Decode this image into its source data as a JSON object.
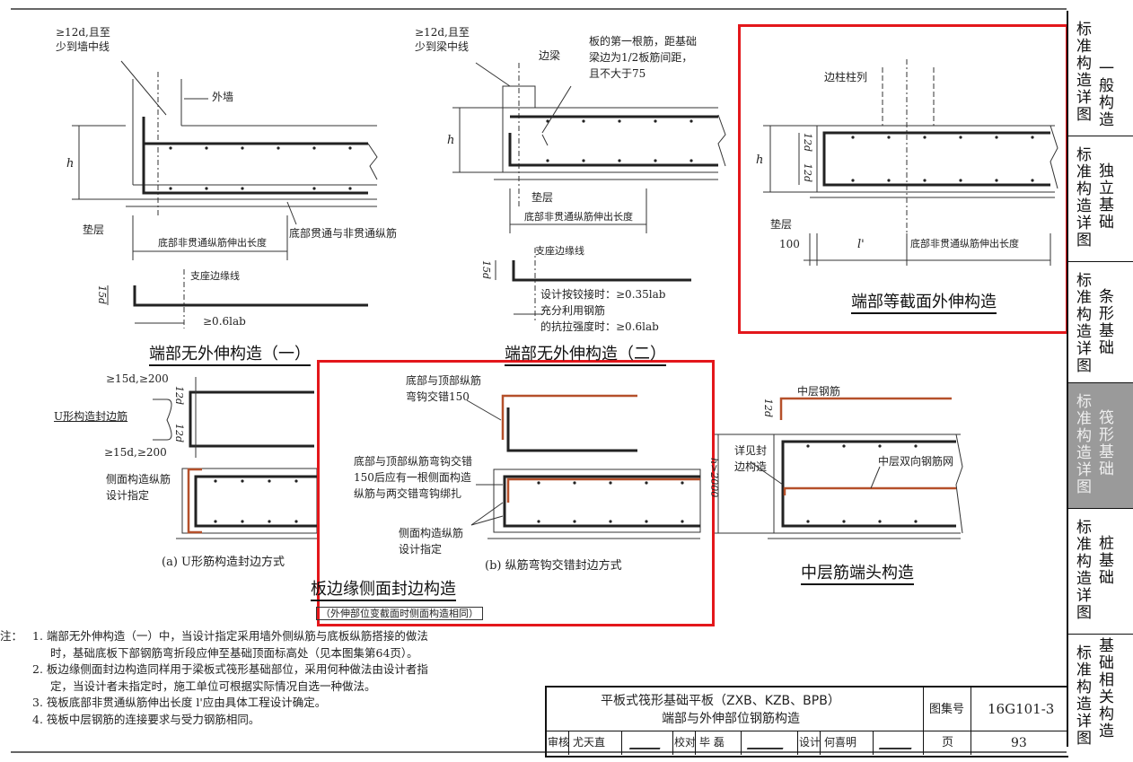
{
  "diagram1": {
    "annot_top": "≥12d,且至",
    "annot_top2": "少到墙中线",
    "outer_wall": "外墙",
    "h": "h",
    "cushion": "垫层",
    "bottom_ext": "底部非贯通纵筋伸出长度",
    "bottom_bars": "底部贯通与非贯通纵筋",
    "support_line": "支座边缘线",
    "dim_15d": "15d",
    "lab": "≥0.6lab",
    "caption": "端部无外伸构造（一）"
  },
  "diagram2": {
    "annot_top": "≥12d,且至",
    "annot_top2": "少到梁中线",
    "edge_beam": "边梁",
    "first_bar": "板的第一根筋，距基础",
    "first_bar2": "梁边为1/2板筋间距，",
    "first_bar3": "且不大于75",
    "h": "h",
    "cushion": "垫层",
    "bottom_ext": "底部非贯通纵筋伸出长度",
    "support_line": "支座边缘线",
    "dim_15d": "15d",
    "hinge": "设计按铰接时：≥0.35lab",
    "full_use": "充分利用钢筋",
    "tensile": "的抗拉强度时：≥0.6lab",
    "caption": "端部无外伸构造（二）"
  },
  "diagram3": {
    "edge_column": "边柱柱列",
    "h": "h",
    "dim_12d_top": "12d",
    "dim_12d_bot": "12d",
    "cushion": "垫层",
    "dim_100": "100",
    "l_prime": "l'",
    "bottom_ext": "底部非贯通纵筋伸出长度",
    "caption": "端部等截面外伸构造"
  },
  "diagram4": {
    "ge1": "≥15d,≥200",
    "ge2": "≥15d,≥200",
    "u_bar": "U形构造封边筋",
    "dim_12d_top": "12d",
    "dim_12d_bot": "12d",
    "side_bar": "侧面构造纵筋",
    "side_bar2": "设计指定",
    "caption_a": "(a)  U形筋构造封边方式"
  },
  "diagram5": {
    "hook_note": "底部与顶部纵筋",
    "hook_note2": "弯钩交错150",
    "tie_note": "底部与顶部纵筋弯钩交错",
    "tie_note2": "150后应有一根侧面构造",
    "tie_note3": "纵筋与两交错弯钩绑扎",
    "side_bar": "侧面构造纵筋",
    "side_bar2": "设计指定",
    "caption_b": "(b)  纵筋弯钩交错封边方式",
    "caption": "板边缘侧面封边构造",
    "caption_sub": "（外伸部位变截面时侧面构造相同）"
  },
  "diagram6": {
    "mid_bar": "中层钢筋",
    "dim_12d": "12d",
    "detail_ref": "详见封",
    "detail_ref2": "边构造",
    "h2000": "h>2000",
    "mesh": "中层双向钢筋网",
    "caption": "中层筋端头构造"
  },
  "notes": {
    "label": "注：",
    "lines": [
      "1. 端部无外伸构造（一）中，当设计指定采用墙外侧纵筋与底板纵筋搭接的做法",
      "   时，基础底板下部钢筋弯折段应伸至基础顶面标高处（见本图集第64页）。",
      "2. 板边缘侧面封边构造同样用于梁板式筏形基础部位，采用何种做法由设计者指",
      "   定，当设计者未指定时，施工单位可根据实际情况自选一种做法。",
      "3. 筏板底部非贯通纵筋伸出长度 l'应由具体工程设计确定。",
      "4. 筏板中层钢筋的连接要求与受力钢筋相同。"
    ]
  },
  "titleblock": {
    "title1": "平板式筏形基础平板（ZXB、KZB、BPB）",
    "title2": "端部与外伸部位钢筋构造",
    "atlas_label": "图集号",
    "atlas_no": "16G101-3",
    "review_label": "审核",
    "reviewer": "尤天直",
    "check_label": "校对",
    "checker": "毕  磊",
    "design_label": "设计",
    "designer": "何喜明",
    "page_label": "页",
    "page_no": "93"
  },
  "side_index": [
    {
      "col1": "标准构造详图",
      "col2": "一般构造"
    },
    {
      "col1": "标准构造详图",
      "col2": "独立基础"
    },
    {
      "col1": "标准构造详图",
      "col2": "条形基础"
    },
    {
      "col1": "标准构造详图",
      "col2": "筏形基础"
    },
    {
      "col1": "标准构造详图",
      "col2": "桩基础"
    },
    {
      "col1": "标准构造详图",
      "col2": "基础相关构造"
    }
  ],
  "colors": {
    "rebar": "#2a2a2a",
    "highlight": "#e3171b",
    "accent_bar": "#b5502a",
    "side_active": "#9a9a9a"
  }
}
